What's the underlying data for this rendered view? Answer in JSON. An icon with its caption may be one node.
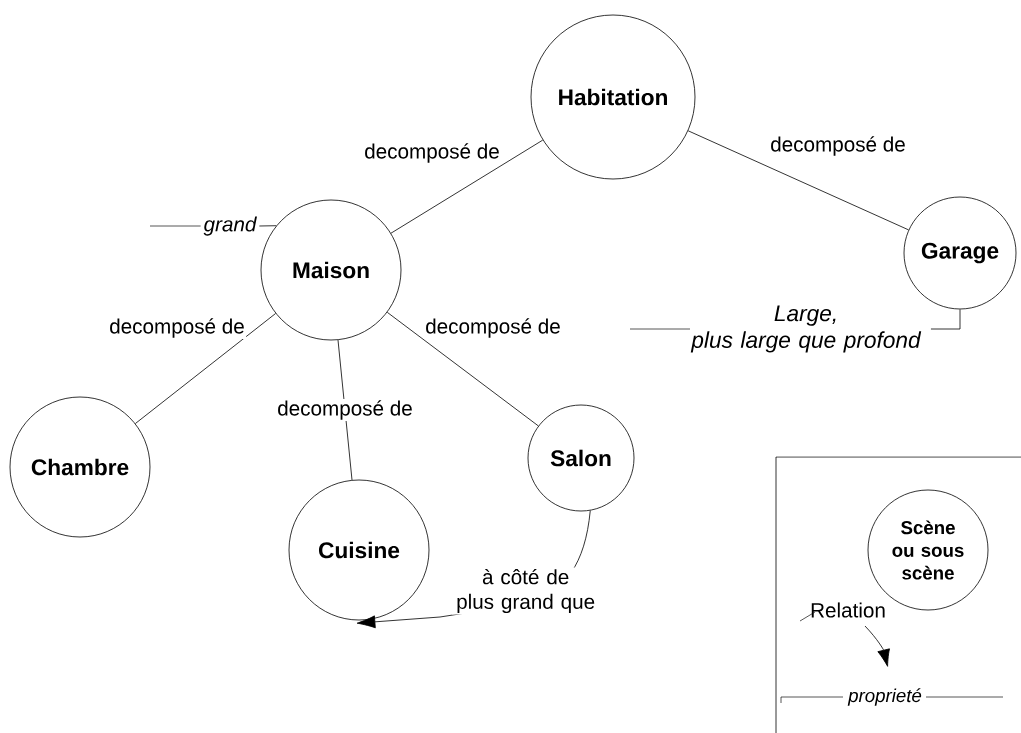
{
  "diagram": {
    "nodes": [
      {
        "text": [
          "Habitation"
        ]
      },
      {
        "text": [
          "Maison"
        ]
      },
      {
        "text": [
          "Garage"
        ]
      },
      {
        "text": [
          "Chambre"
        ]
      },
      {
        "text": [
          "Cuisine"
        ]
      },
      {
        "text": [
          "Salon"
        ]
      },
      {
        "text": [
          "grand"
        ]
      },
      {
        "text": [
          "Large, plus large que profond"
        ]
      }
    ],
    "edges": [
      {
        "from": 0,
        "to": 1,
        "arrow": "none",
        "label": "decomposé de"
      },
      {
        "from": 0,
        "to": 2,
        "arrow": "none",
        "label": "decomposé de"
      },
      {
        "from": 1,
        "to": 3,
        "arrow": "none",
        "label": "decomposé de"
      },
      {
        "from": 1,
        "to": 4,
        "arrow": "none",
        "label": "decomposé de"
      },
      {
        "from": 1,
        "to": 5,
        "arrow": "none",
        "label": "decomposé de"
      },
      {
        "from": 5,
        "to": 4,
        "arrow": "to",
        "label": "à côté de plus grand que"
      },
      {
        "from": 6,
        "to": 1,
        "arrow": "none"
      },
      {
        "from": 7,
        "to": 2,
        "arrow": "none"
      }
    ],
    "legend": [
      {
        "text": "Scène ou sous scène"
      },
      {
        "text": "Relation"
      },
      {
        "text": "proprieté"
      }
    ]
  }
}
